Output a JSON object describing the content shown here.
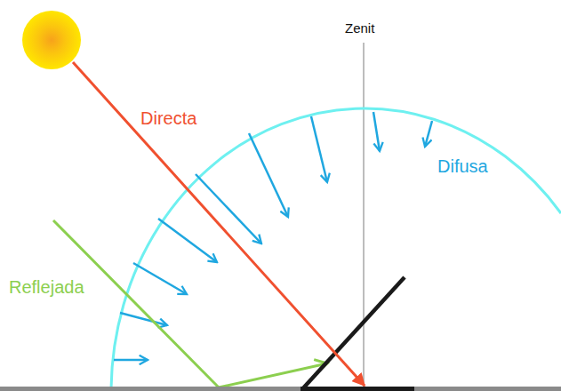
{
  "diagram": {
    "labels": [
      "Zenit",
      "Directa",
      "Difusa",
      "Reflejada"
    ]
  }
}
